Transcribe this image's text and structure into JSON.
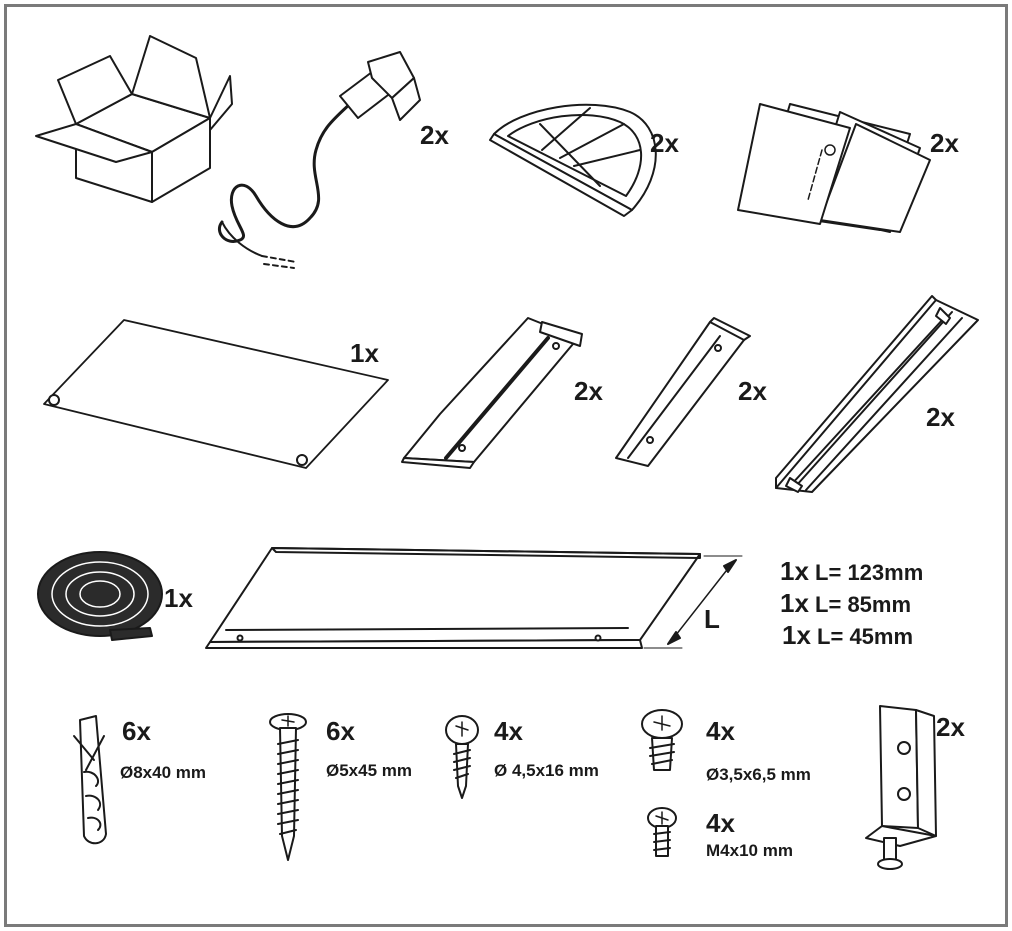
{
  "items": {
    "power_cord": {
      "qty": "2x"
    },
    "filter_half_disc": {
      "qty": "2x"
    },
    "manual": {
      "qty": "2x"
    },
    "cover_plate": {
      "qty": "1x"
    },
    "bracket_a": {
      "qty": "2x"
    },
    "bracket_b": {
      "qty": "2x"
    },
    "rail": {
      "qty": "2x"
    },
    "seal_tape": {
      "qty": "1x"
    },
    "extension_panel": {
      "dim_label": "L",
      "lengths": [
        {
          "qty": "1x",
          "text": "L= 123mm"
        },
        {
          "qty": "1x",
          "text": "L= 85mm"
        },
        {
          "qty": "1x",
          "text": "L= 45mm"
        }
      ]
    },
    "wall_plug": {
      "qty": "6x",
      "spec": "Ø8x40 mm"
    },
    "wood_screw": {
      "qty": "6x",
      "spec": "Ø5x45 mm"
    },
    "screw_45": {
      "qty": "4x",
      "spec": "Ø 4,5x16 mm"
    },
    "screw_35": {
      "qty": "4x",
      "spec": "Ø3,5x6,5 mm"
    },
    "machine_screw": {
      "qty": "4x",
      "spec": "M4x10 mm"
    },
    "angle_bracket": {
      "qty": "2x"
    }
  },
  "colors": {
    "frame": "#7a7a7a",
    "line": "#1a1a1a",
    "seal": "#2b2b2b"
  }
}
